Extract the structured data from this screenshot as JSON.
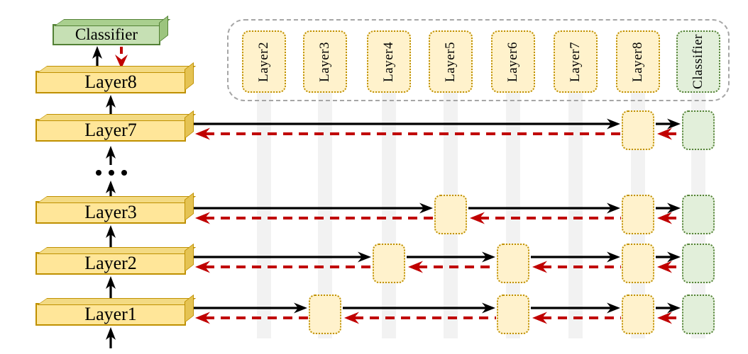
{
  "figure": {
    "stack": {
      "classifier_label": "Classifier",
      "bars": [
        {
          "label": "Layer8"
        },
        {
          "label": "Layer7"
        },
        {
          "label": "Layer3"
        },
        {
          "label": "Layer2"
        },
        {
          "label": "Layer1"
        }
      ],
      "ellipsis": "..."
    },
    "panel": {
      "items": [
        {
          "label": "Layer2"
        },
        {
          "label": "Layer3"
        },
        {
          "label": "Layer4"
        },
        {
          "label": "Layer5"
        },
        {
          "label": "Layer6"
        },
        {
          "label": "Layer7"
        },
        {
          "label": "Layer8"
        },
        {
          "label": "Classifier"
        }
      ]
    },
    "rows": [
      {
        "source": "Layer7",
        "stations": [
          "Layer8",
          "Classifier"
        ]
      },
      {
        "source": "Layer3",
        "stations": [
          "Layer5",
          "Layer8",
          "Classifier"
        ]
      },
      {
        "source": "Layer2",
        "stations": [
          "Layer4",
          "Layer6",
          "Layer8",
          "Classifier"
        ]
      },
      {
        "source": "Layer1",
        "stations": [
          "Layer3",
          "Layer6",
          "Layer8",
          "Classifier"
        ]
      }
    ],
    "colors": {
      "gold_border": "#BF9000",
      "gold_fill": "#FFE699",
      "cream_fill": "#FFF2CC",
      "green_border": "#538135",
      "green_fill": "#C6E0B4",
      "green_light_fill": "#E2EFDA",
      "forward_arrow": "#000000",
      "backward_arrow": "#C00000",
      "container_dash": "#A6A6A6",
      "band": "#F2F2F2"
    }
  }
}
